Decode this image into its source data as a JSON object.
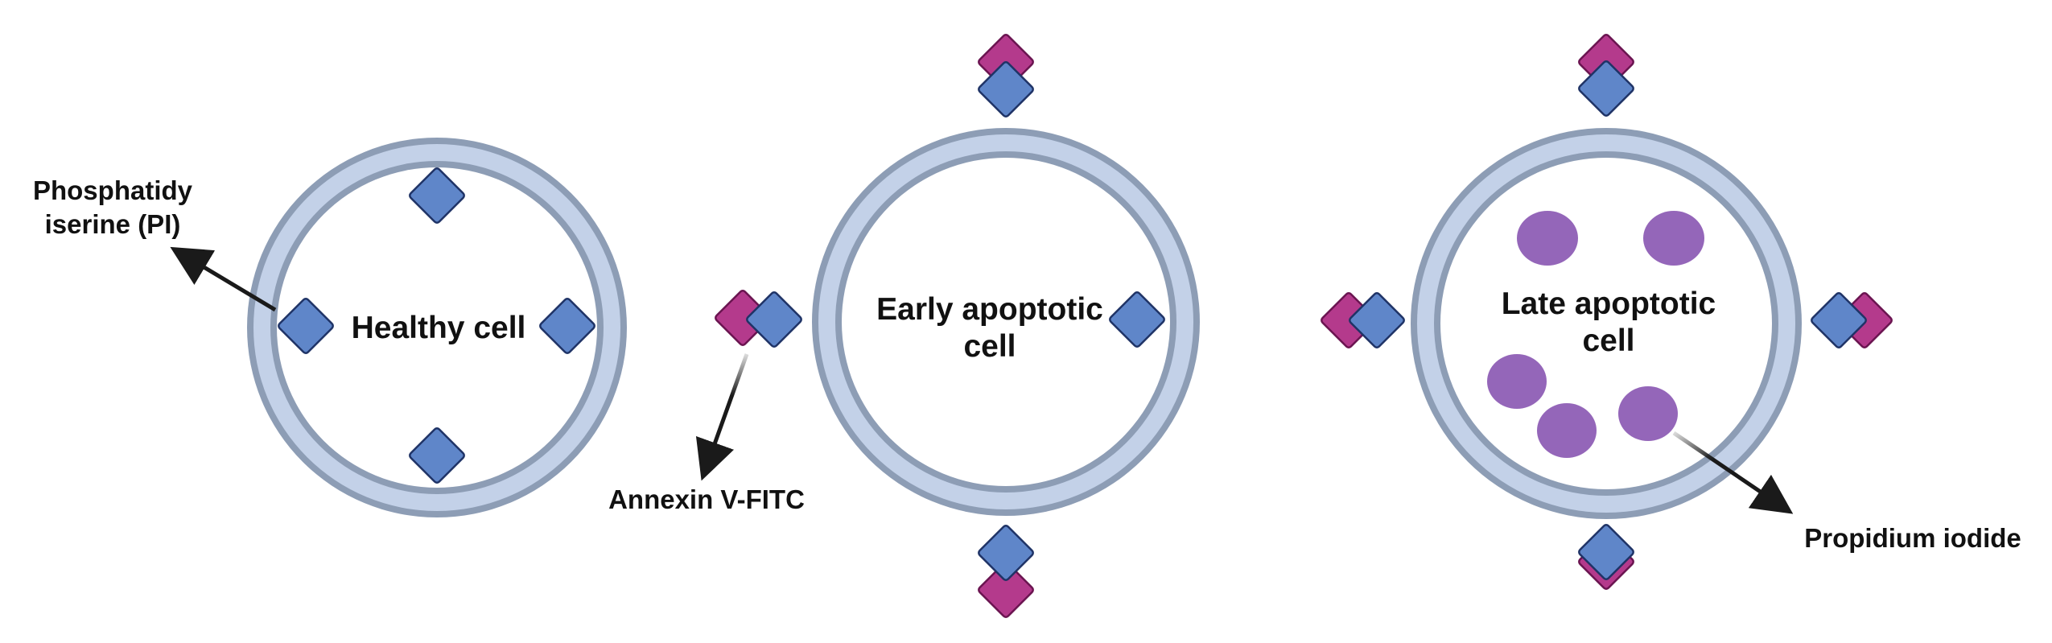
{
  "cells": [
    {
      "label": "Healthy cell"
    },
    {
      "label_line1": "Early apoptotic",
      "label_line2": "cell"
    },
    {
      "label_line1": "Late apoptotic",
      "label_line2": "cell"
    }
  ],
  "annotations": {
    "phosphatidylserine_line1": "Phosphatidy",
    "phosphatidylserine_line2": "iserine (PI)",
    "annexin": "Annexin V-FITC",
    "propidium": "Propidium iodide"
  },
  "colors": {
    "membrane_outer": "#8d9db5",
    "membrane_fill": "#c3d1e8",
    "ps_marker": "#5f86c9",
    "ps_marker_stroke": "#1f3366",
    "annexin_marker": "#b43a8c",
    "annexin_marker_stroke": "#6a1450",
    "pi_dot": "#9466b9",
    "arrow": "#1a1a1a"
  }
}
